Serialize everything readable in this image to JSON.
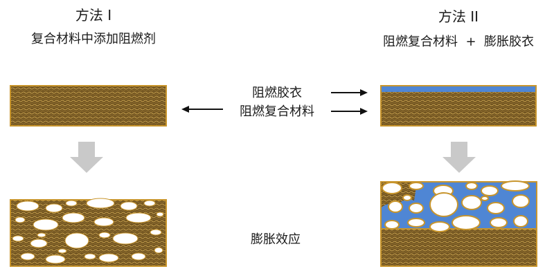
{
  "method1": {
    "title": "方法 I",
    "subtitle": "复合材料中添加阻燃剂"
  },
  "method2": {
    "title": "方法 II",
    "subtitle": "阻燃复合材料  +  膨胀胶衣"
  },
  "center": {
    "gelcoat_label": "阻燃胶衣",
    "composite_label": "阻燃复合材料",
    "effect_label": "膨胀效应"
  },
  "colors": {
    "composite": "#6f5220",
    "fiber_light": "#c8a24e",
    "fiber_dark": "#9c7a34",
    "border": "#c8952c",
    "gelcoat": "#4f86d4",
    "process_arrow": "#c9c9c9",
    "pointer_arrow": "#111111",
    "bubble": "#ffffff"
  }
}
